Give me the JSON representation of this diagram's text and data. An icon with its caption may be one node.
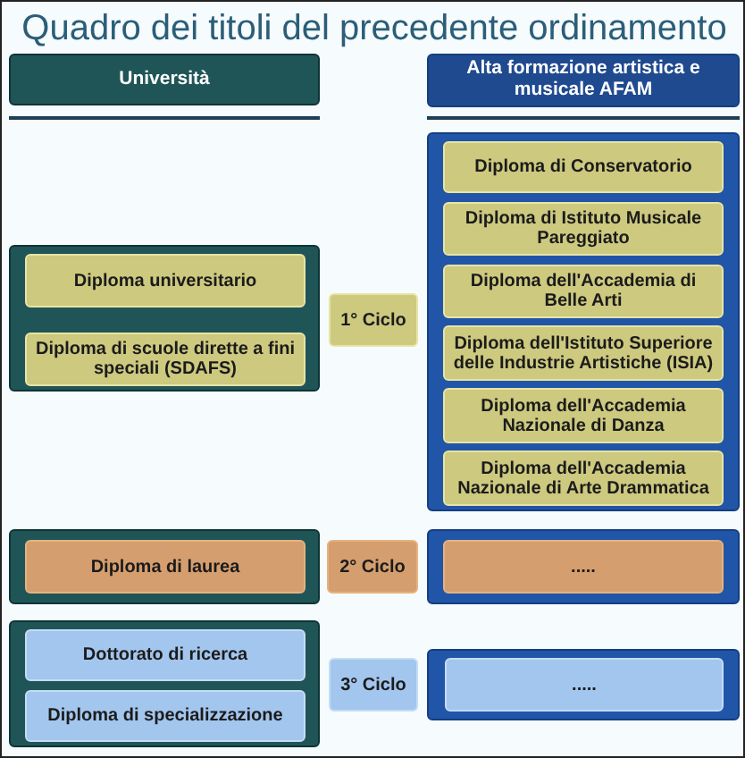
{
  "diagram": {
    "title": "Quadro dei titoli del precedente ordinamento",
    "nodes": [
      {
        "text": [
          "Università"
        ]
      },
      {
        "text": [
          "Alta formazione artistica e musicale AFAM"
        ]
      },
      {
        "text": [],
        "shape": "box"
      },
      {
        "text": [
          "Diploma universitario"
        ],
        "in": 2
      },
      {
        "text": [
          "Diploma di scuole dirette a fini speciali (SDAFS)"
        ],
        "in": 2
      },
      {
        "text": [
          "1° Ciclo"
        ]
      },
      {
        "text": [],
        "shape": "box"
      },
      {
        "text": [
          "Diploma di Conservatorio"
        ],
        "in": 6
      },
      {
        "text": [
          "Diploma di Istituto Musicale Pareggiato"
        ],
        "in": 6
      },
      {
        "text": [
          "Diploma dell'Accademia di Belle Arti"
        ],
        "in": 6
      },
      {
        "text": [
          "Diploma dell'Istituto Superiore delle Industrie Artistiche (ISIA)"
        ],
        "in": 6
      },
      {
        "text": [
          "Diploma dell'Accademia Nazionale di Danza"
        ],
        "in": 6
      },
      {
        "text": [
          "Diploma dell'Accademia Nazionale di Arte Drammatica"
        ],
        "in": 6
      },
      {
        "text": [],
        "shape": "box"
      },
      {
        "text": [
          "Diploma di laurea"
        ],
        "in": 13
      },
      {
        "text": [
          "2° Ciclo"
        ]
      },
      {
        "text": [],
        "shape": "box"
      },
      {
        "text": [
          "....."
        ],
        "in": 16
      },
      {
        "text": [],
        "shape": "box"
      },
      {
        "text": [
          "Dottorato di ricerca"
        ],
        "in": 18
      },
      {
        "text": [
          "Diploma di specializzazione"
        ],
        "in": 18
      },
      {
        "text": [
          "3° Ciclo"
        ]
      },
      {
        "text": [],
        "shape": "box"
      },
      {
        "text": [
          "....."
        ],
        "in": 22
      }
    ]
  }
}
